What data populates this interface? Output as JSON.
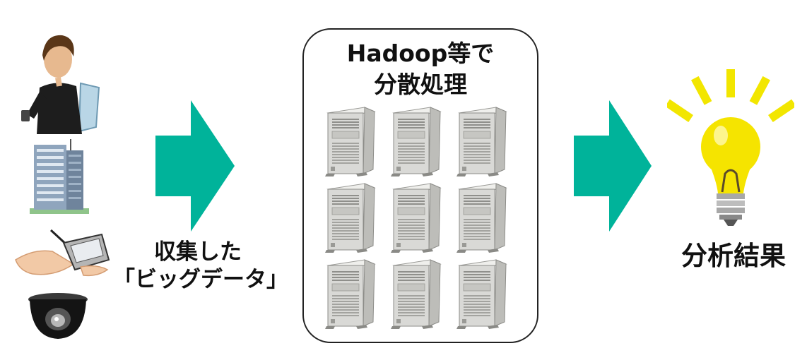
{
  "sources": {
    "icons": [
      "person-with-smartphone-icon",
      "office-building-icon",
      "handheld-device-icon",
      "security-camera-icon"
    ]
  },
  "collected": {
    "line1": "収集した",
    "line2": "「ビッグデータ」"
  },
  "cluster": {
    "title_line1": "Hadoop等で",
    "title_line2": "分散処理",
    "server_rows": 3,
    "server_cols": 3
  },
  "result": {
    "label": "分析結果",
    "icon": "light-bulb-icon"
  },
  "colors": {
    "arrow": "#00b39a",
    "bulb": "#f5e400",
    "rays": "#f2e600",
    "server": "#d9d9d6"
  }
}
